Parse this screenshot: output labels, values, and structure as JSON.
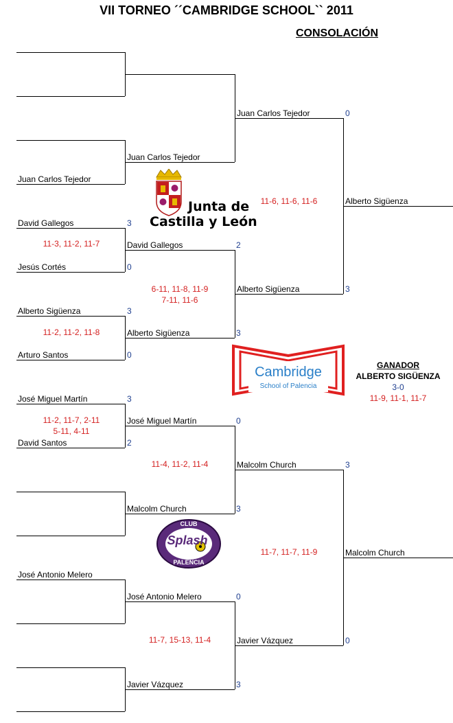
{
  "title": "VII TORNEO ´´CAMBRIDGE SCHOOL`` 2011",
  "subtitle": "CONSOLACIÓN",
  "round1": [
    {
      "name": "",
      "score": ""
    },
    {
      "name": "",
      "score": ""
    },
    {
      "name": "",
      "score": ""
    },
    {
      "name": "Juan Carlos Tejedor",
      "score": ""
    },
    {
      "name": "David Gallegos",
      "score": "3"
    },
    {
      "name": "Jesús Cortés",
      "score": "0"
    },
    {
      "name": "Alberto Sigüenza",
      "score": "3"
    },
    {
      "name": "Arturo Santos",
      "score": "0"
    },
    {
      "name": "José Miguel Martín",
      "score": "3"
    },
    {
      "name": "David Santos",
      "score": "2"
    },
    {
      "name": "",
      "score": ""
    },
    {
      "name": "",
      "score": ""
    },
    {
      "name": "José Antonio Melero",
      "score": ""
    },
    {
      "name": "",
      "score": ""
    }
  ],
  "round1_results": [
    "11-3, 11-2, 11-7",
    "11-2, 11-2, 11-8",
    "11-2, 11-7, 2-11",
    "5-11, 4-11"
  ],
  "round2": [
    {
      "name": "Juan Carlos Tejedor",
      "score": ""
    },
    {
      "name": "David Gallegos",
      "score": "2"
    },
    {
      "name": "Alberto Sigüenza",
      "score": "3"
    },
    {
      "name": "José Miguel Martín",
      "score": "0"
    },
    {
      "name": "Malcolm Church",
      "score": "3"
    },
    {
      "name": "José Antonio Melero",
      "score": "0"
    },
    {
      "name": "Javier Vázquez",
      "score": "3"
    }
  ],
  "round2_results": [
    "6-11, 11-8, 11-9",
    "7-11, 11-6",
    "11-4, 11-2, 11-4",
    "11-7, 15-13, 11-4"
  ],
  "round3": [
    {
      "name": "Juan Carlos Tejedor",
      "score": "0"
    },
    {
      "name": "Alberto Sigüenza",
      "score": "3"
    },
    {
      "name": "Malcolm Church",
      "score": "3"
    },
    {
      "name": "Javier Vázquez",
      "score": "0"
    }
  ],
  "round3_results": [
    "11-6, 11-6, 11-6",
    "11-7, 11-7, 11-9"
  ],
  "round4": [
    {
      "name": "Alberto Sigüenza"
    },
    {
      "name": "Malcolm Church"
    }
  ],
  "winner": {
    "label": "GANADOR",
    "name": "ALBERTO SIGÜENZA",
    "score": "3-0",
    "result": "11-9, 11-1, 11-7"
  },
  "logos": {
    "junta_line1": "Junta de",
    "junta_line2": "Castilla y León",
    "cambridge_line1": "Cambridge",
    "cambridge_line2": "School of Palencia",
    "club_top": "CLUB",
    "club_mid": "Splash",
    "club_bottom": "PALENCIA"
  },
  "colors": {
    "result_red": "#d42020",
    "score_blue": "#1f3f8f",
    "cambridge_red": "#e02020",
    "cambridge_blue": "#2a7fc8",
    "club_purple": "#5a2a7a"
  }
}
